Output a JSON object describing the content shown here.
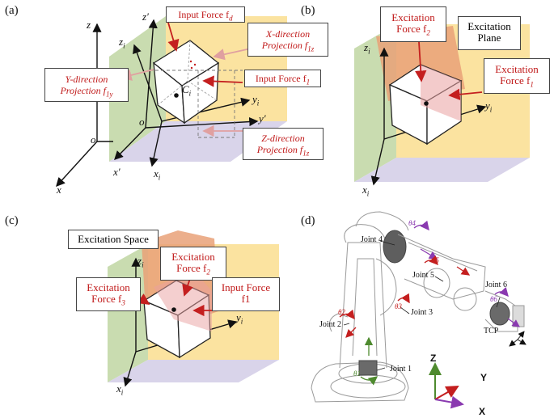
{
  "panels": {
    "a": {
      "tag": "(a)",
      "axes": {
        "z": "z",
        "z_prime": "z′",
        "zi": "z",
        "zi_sub": "i",
        "yi": "y",
        "yi_sub": "i",
        "y_prime": "y′",
        "x": "x",
        "x_prime": "x′",
        "xi": "x",
        "xi_sub": "i",
        "o": "o",
        "o_prime": "o′",
        "ci": "C",
        "ci_sub": "i"
      },
      "boxes": {
        "input_fd": "Input Force f",
        "input_fd_sub": "d",
        "x_proj_1": "X-direction",
        "x_proj_2": "Projection f",
        "x_proj_sub": "1z",
        "y_proj_1": "Y-direction",
        "y_proj_2": "Projection f",
        "y_proj_sub": "1y",
        "input_f1": "Input Force  f",
        "input_f1_sub": "1",
        "z_proj_1": "Z-direction",
        "z_proj_2": "Projection f",
        "z_proj_sub": "1z"
      }
    },
    "b": {
      "tag": "(b)",
      "axes": {
        "zi": "z",
        "zi_sub": "i",
        "yi": "y",
        "yi_sub": "i",
        "xi": "x",
        "xi_sub": "i"
      },
      "boxes": {
        "exc_f2_1": "Excitation",
        "exc_f2_2": "Force f",
        "exc_f2_sub": "2",
        "plane_1": "Excitation",
        "plane_2": "Plane",
        "exc_f1_1": "Excitation",
        "exc_f1_2": "Force f",
        "exc_f1_sub": "1"
      }
    },
    "c": {
      "tag": "(c)",
      "axes": {
        "zi": "z",
        "zi_sub": "i",
        "yi": "y",
        "yi_sub": "i",
        "xi": "x",
        "xi_sub": "i"
      },
      "boxes": {
        "space": "Excitation Space",
        "exc_f2_1": "Excitation",
        "exc_f2_2": "Force f",
        "exc_f2_sub": "2",
        "exc_f3_1": "Excitation",
        "exc_f3_2": "Force f",
        "exc_f3_sub": "3",
        "input_1": "Input Force",
        "input_2": "f1"
      }
    },
    "d": {
      "tag": "(d)",
      "joints": [
        "Joint 1",
        "Joint 2",
        "Joint 3",
        "Joint 4",
        "Joint 5",
        "Joint 6"
      ],
      "tcp": "TCP",
      "theta": [
        "θ1",
        "θ2",
        "θ3",
        "θ4",
        "θ5",
        "θ6"
      ],
      "frame": {
        "z": "Z",
        "y": "Y",
        "x": "X"
      }
    }
  },
  "colors": {
    "green_plane": "#c9dcb0",
    "yellow_plane": "#fbe3a0",
    "purple_plane": "#d9d4ea",
    "orange_plane": "#e9a178",
    "red_arrow": "#c41f1f",
    "pink_arrow": "#e0a0a0",
    "frame_green": "#4e8a2e",
    "frame_red": "#c41f1f",
    "frame_purple": "#8a3ab0"
  }
}
